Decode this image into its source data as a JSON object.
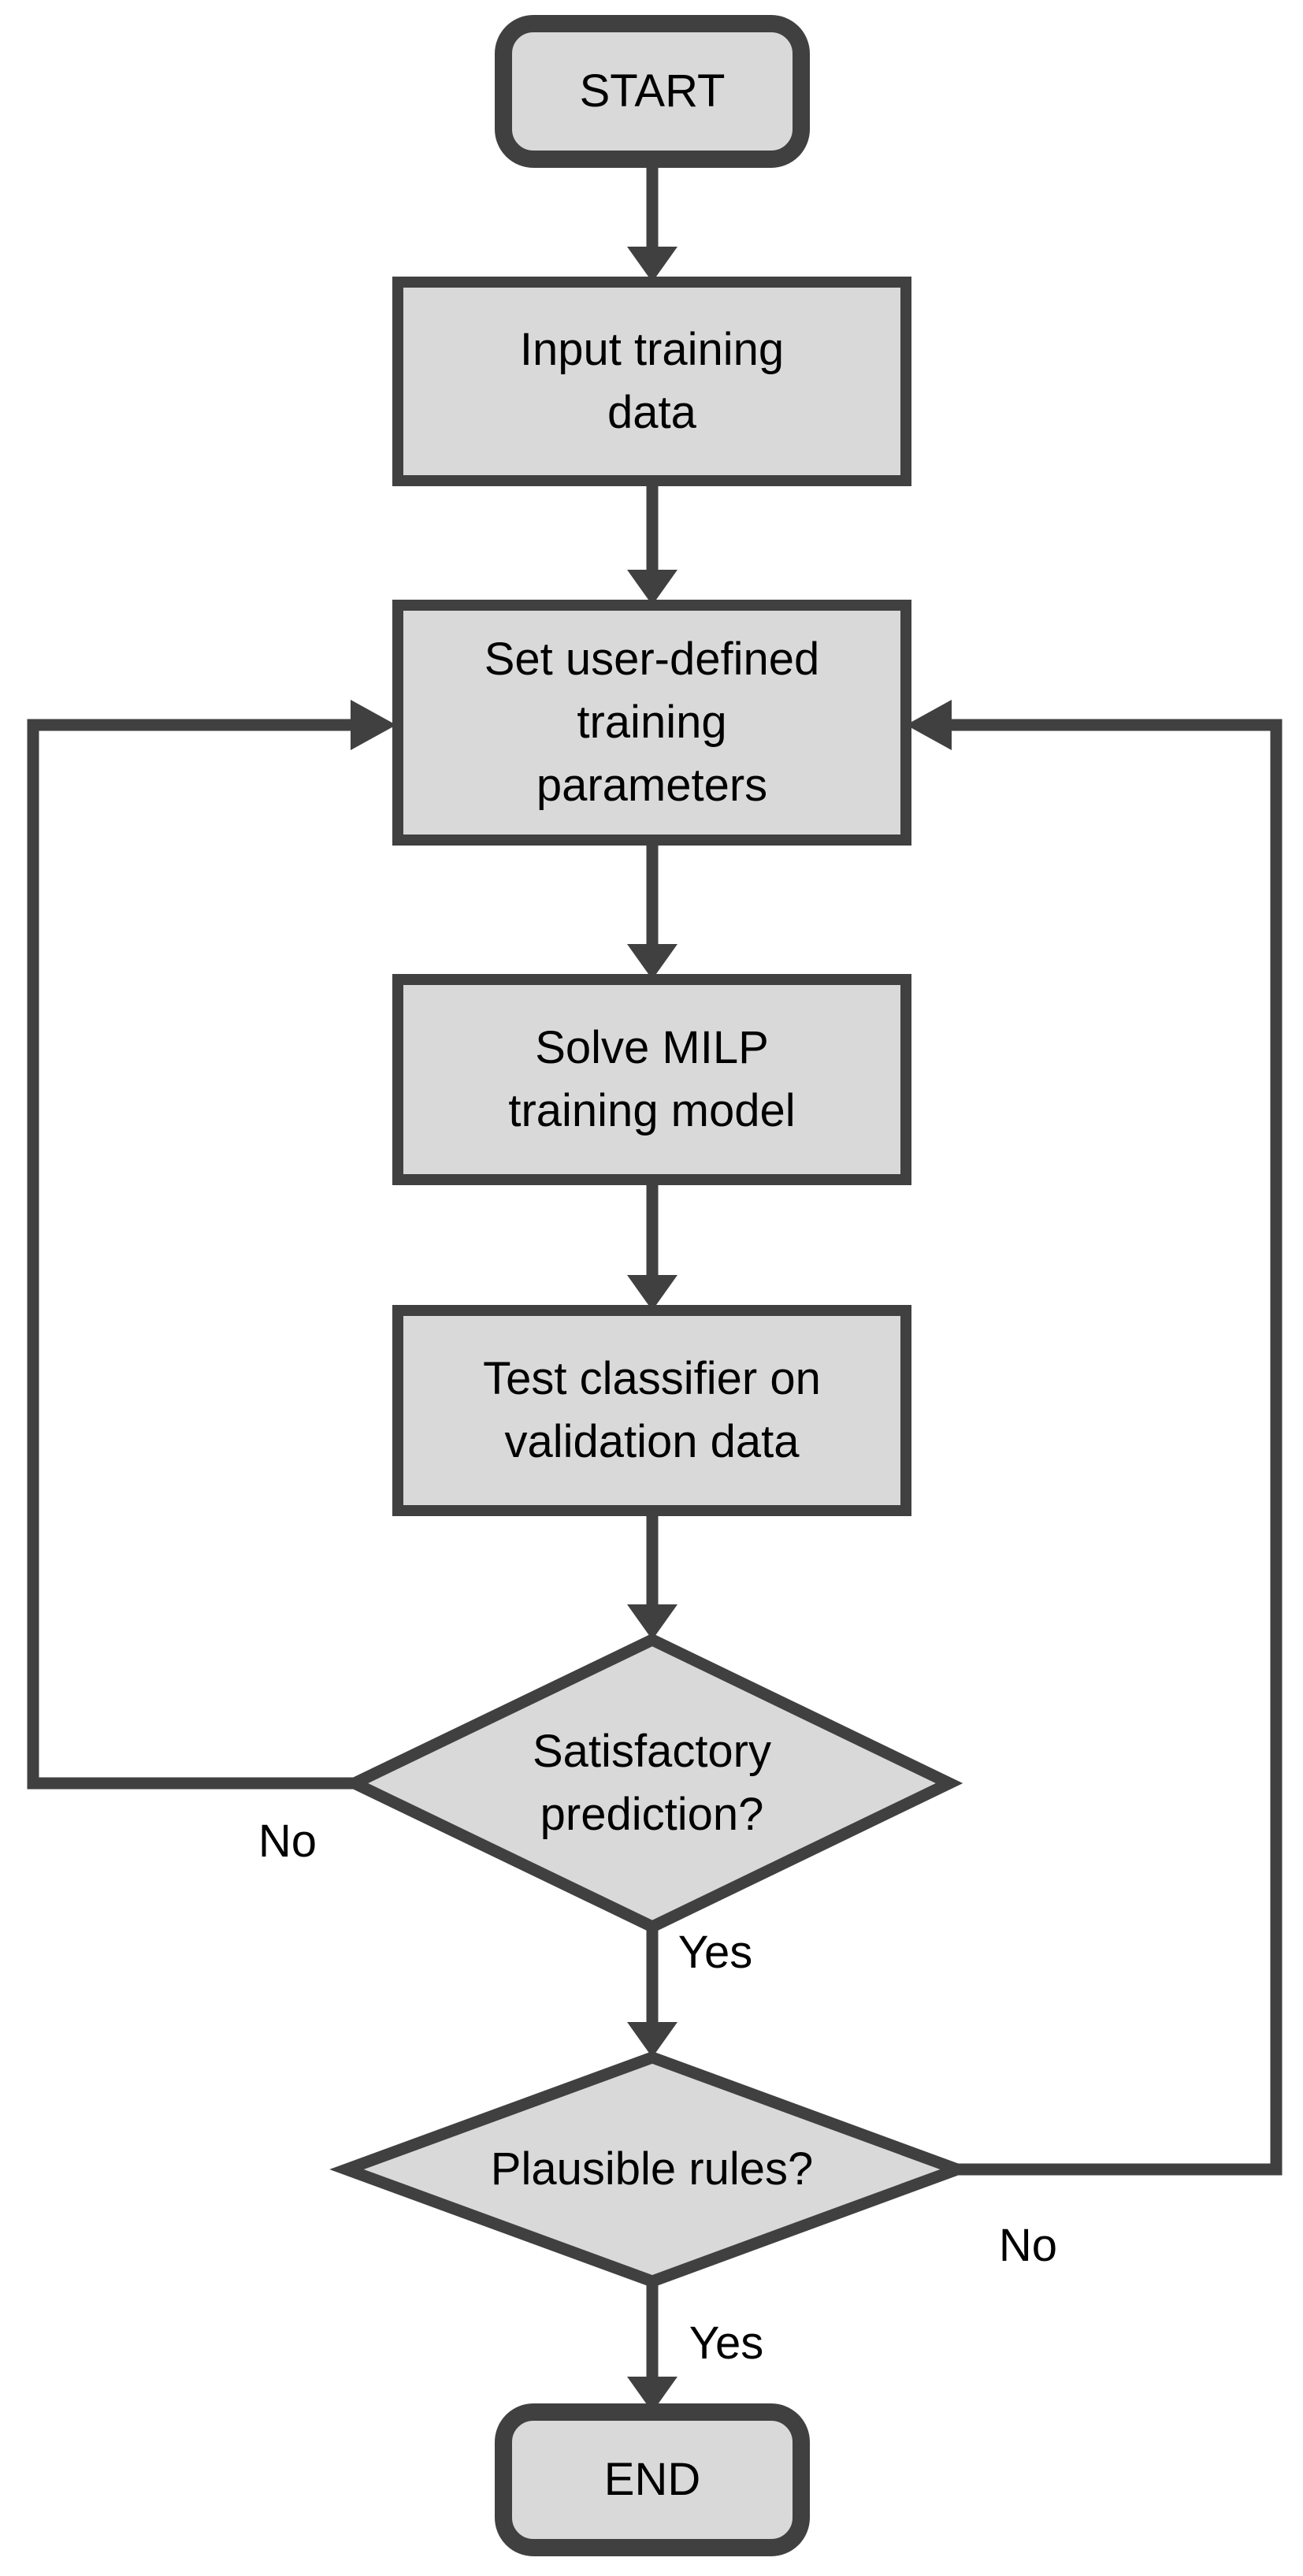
{
  "diagram": {
    "type": "flowchart",
    "background": "#ffffff",
    "colors": {
      "node_fill": "#d9d9d9",
      "node_border": "#404040",
      "connector": "#404040",
      "label_text": "#000000"
    },
    "nodes": [
      {
        "id": "start",
        "shape": "terminator",
        "label": [
          "START"
        ]
      },
      {
        "id": "input-training-data",
        "shape": "process",
        "label": [
          "Input training",
          "data"
        ]
      },
      {
        "id": "set-training-parameters",
        "shape": "process",
        "label": [
          "Set user-defined",
          "training",
          "parameters"
        ]
      },
      {
        "id": "solve-milp-model",
        "shape": "process",
        "label": [
          "Solve MILP",
          "training model"
        ]
      },
      {
        "id": "test-classifier",
        "shape": "process",
        "label": [
          "Test classifier on",
          "validation data"
        ]
      },
      {
        "id": "satisfactory-prediction",
        "shape": "decision",
        "label": [
          "Satisfactory",
          "prediction?"
        ]
      },
      {
        "id": "plausible-rules",
        "shape": "decision",
        "label": [
          "Plausible rules?"
        ]
      },
      {
        "id": "end",
        "shape": "terminator",
        "label": [
          "END"
        ]
      }
    ],
    "edges": [
      {
        "from": "start",
        "to": "input-training-data"
      },
      {
        "from": "input-training-data",
        "to": "set-training-parameters"
      },
      {
        "from": "set-training-parameters",
        "to": "solve-milp-model"
      },
      {
        "from": "solve-milp-model",
        "to": "test-classifier"
      },
      {
        "from": "test-classifier",
        "to": "satisfactory-prediction"
      },
      {
        "from": "satisfactory-prediction",
        "to": "plausible-rules",
        "label": "Yes"
      },
      {
        "from": "satisfactory-prediction",
        "to": "set-training-parameters",
        "label": "No"
      },
      {
        "from": "plausible-rules",
        "to": "end",
        "label": "Yes"
      },
      {
        "from": "plausible-rules",
        "to": "set-training-parameters",
        "label": "No"
      }
    ]
  }
}
